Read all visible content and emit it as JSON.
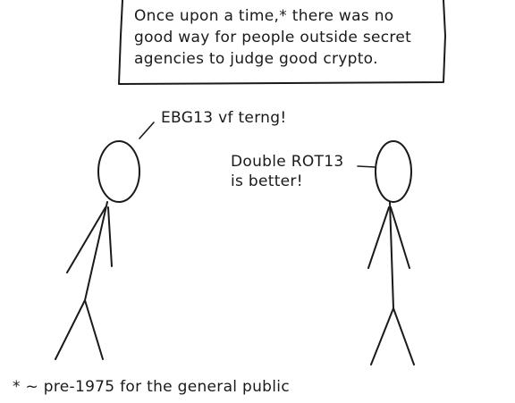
{
  "caption": {
    "lines": [
      "Once upon a time,* there was no",
      "good way for people outside secret",
      "agencies to judge good crypto."
    ]
  },
  "left_speech": "EBG13 vf terng!",
  "right_speech": {
    "lines": [
      "Double ROT13",
      "is better!"
    ]
  },
  "footnote": "* ~ pre-1975 for the general public"
}
